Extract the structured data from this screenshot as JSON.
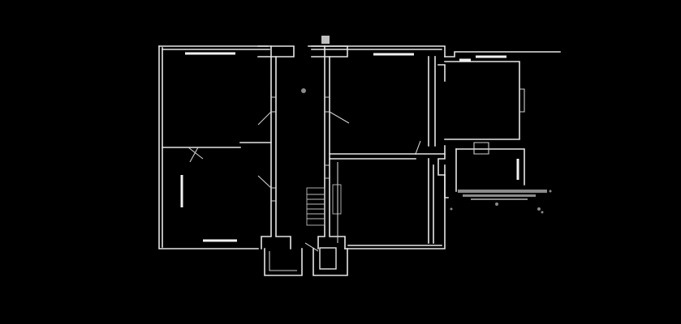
{
  "floorplan": {
    "background_color": "#000000",
    "line_color": "#e6e6e6",
    "rooms": [
      {
        "id": "room-northwest"
      },
      {
        "id": "room-southwest"
      },
      {
        "id": "corridor-center"
      },
      {
        "id": "room-north-center"
      },
      {
        "id": "room-south-center"
      },
      {
        "id": "room-east-annex"
      },
      {
        "id": "room-southeast-small"
      },
      {
        "id": "entrance-west"
      },
      {
        "id": "entrance-east"
      }
    ]
  }
}
